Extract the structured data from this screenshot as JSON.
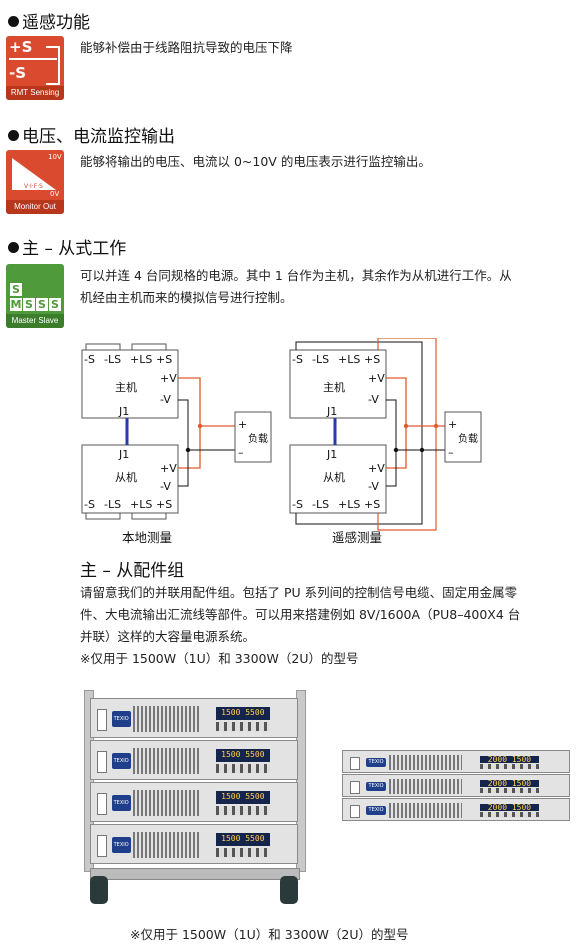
{
  "sections": [
    {
      "title": "遥感功能",
      "text": "能够补偿由于线路阻抗导致的电压下降",
      "icon": {
        "name": "rmt-sensing-icon",
        "top": "+S",
        "bottom": "-S",
        "label": "RMT Sensing",
        "color": "#d94a2e"
      }
    },
    {
      "title": "电压、电流监控输出",
      "text": "能够将输出的电压、电流以 0~10V 的电压表示进行监控输出。",
      "icon": {
        "name": "monitor-out-icon",
        "top": "10V",
        "mid": "V·I·F·S",
        "bottom": "0V",
        "label": "Monitor Out",
        "color": "#d94a2e"
      }
    },
    {
      "title": "主 – 从式工作",
      "text_lines": [
        "可以并连 4 台同规格的电源。其中 1 台作为主机，其余作为从机进行工作。从",
        "机经由主机而来的模拟信号进行控制。"
      ],
      "icon": {
        "name": "master-slave-icon",
        "letters": [
          "S",
          "M",
          "S",
          "S",
          "S"
        ],
        "label": "Master Slave",
        "color": "#4f9a3a"
      }
    }
  ],
  "diagram": {
    "terminals_top": [
      "-S",
      "-LS",
      "+LS",
      "+S"
    ],
    "terminals_bottom": [
      "-S",
      "-LS",
      "+LS",
      "+S"
    ],
    "master": "主机",
    "slave": "从机",
    "j1": "J1",
    "plus_v": "+V",
    "minus_v": "-V",
    "load": "负载",
    "load_plus": "+",
    "load_minus": "–",
    "caption_local": "本地测量",
    "caption_remote": "遥感测量",
    "wire_color": "#e05a2a",
    "link_color": "#2b3aa8"
  },
  "kit": {
    "title": "主 – 从配件组",
    "lines": [
      "请留意我们的并联用配件组。包括了 PU 系列间的控制信号电缆、固定用金属零",
      "件、大电流输出汇流线等部件。可以用来搭建例如 8V/1600A（PU8–400X4 台",
      "并联）这样的大容量电源系统。"
    ],
    "note": "※仅用于 1500W（1U）和 3300W（2U）的型号",
    "caption": "※仅用于 1500W（1U）和 3300W（2U）的型号",
    "brand": "TEXIO",
    "displays_large": [
      "1500 5500",
      "1500 5500",
      "1500 5500",
      "1500 5500"
    ],
    "displays_small": [
      "2000 1500",
      "2000 1500",
      "2000 1500"
    ]
  }
}
